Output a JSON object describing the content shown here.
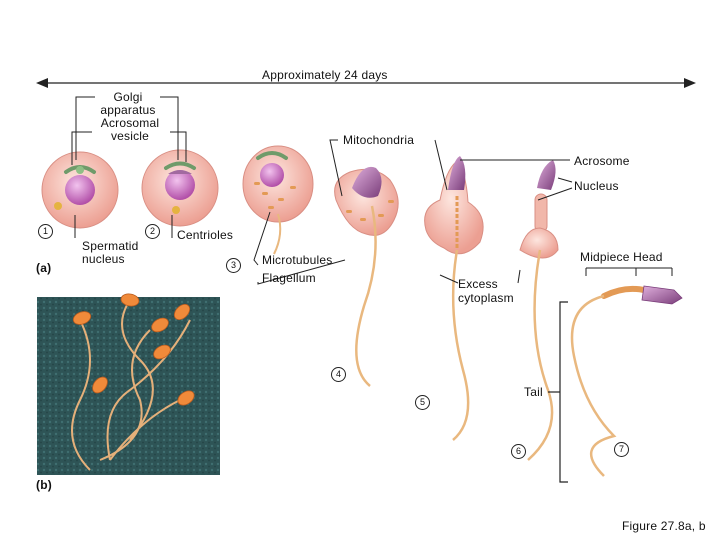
{
  "title": "Approximately 24 days",
  "labels": {
    "golgi": "Golgi",
    "apparatus": "apparatus",
    "acrosomal": "Acrosomal",
    "vesicle": "vesicle",
    "mitochondria": "Mitochondria",
    "acrosome": "Acrosome",
    "nucleus": "Nucleus",
    "spermatid": "Spermatid",
    "spermatid_nucleus": "nucleus",
    "centrioles": "Centrioles",
    "microtubules": "Microtubules",
    "flagellum": "Flagellum",
    "midpiece_head": "Midpiece Head",
    "excess": "Excess",
    "cytoplasm": "cytoplasm",
    "tail": "Tail"
  },
  "panels": {
    "a": "(a)",
    "b": "(b)"
  },
  "steps": [
    "1",
    "2",
    "3",
    "4",
    "5",
    "6",
    "7"
  ],
  "caption": "Figure 27.8a, b",
  "colors": {
    "cell": "#f4c7bd",
    "cell_edge": "#d98f84",
    "nucleus": "#c96fc0",
    "golgi": "#6f9b6a",
    "mito": "#e39a55",
    "tail": "#e9b87f",
    "micrograph_bg": "#2f5556",
    "micro_sperm": "#f08a3a"
  }
}
